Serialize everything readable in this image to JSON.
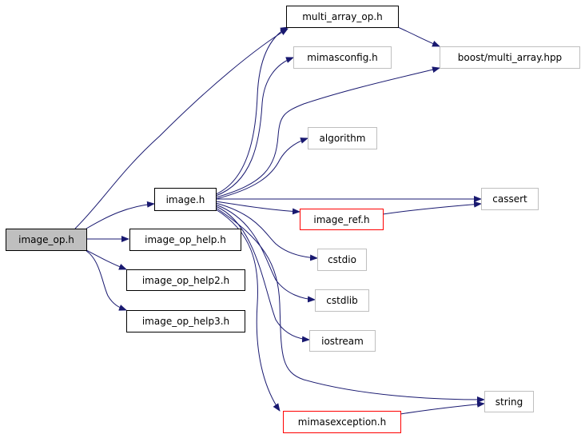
{
  "diagram": {
    "type": "include-dependency-graph",
    "edge_color": "#191970",
    "nodes": [
      {
        "id": "image_op",
        "label": "image_op.h",
        "style": "root"
      },
      {
        "id": "image",
        "label": "image.h",
        "style": "strong"
      },
      {
        "id": "image_op_help",
        "label": "image_op_help.h",
        "style": "strong"
      },
      {
        "id": "image_op_help2",
        "label": "image_op_help2.h",
        "style": "strong"
      },
      {
        "id": "image_op_help3",
        "label": "image_op_help3.h",
        "style": "strong"
      },
      {
        "id": "multi_array_op",
        "label": "multi_array_op.h",
        "style": "strong"
      },
      {
        "id": "mimasconfig",
        "label": "mimasconfig.h",
        "style": "light"
      },
      {
        "id": "boost_multi_array",
        "label": "boost/multi_array.hpp",
        "style": "light"
      },
      {
        "id": "algorithm",
        "label": "algorithm",
        "style": "light"
      },
      {
        "id": "cassert",
        "label": "cassert",
        "style": "light"
      },
      {
        "id": "image_ref",
        "label": "image_ref.h",
        "style": "red"
      },
      {
        "id": "cstdio",
        "label": "cstdio",
        "style": "light"
      },
      {
        "id": "cstdlib",
        "label": "cstdlib",
        "style": "light"
      },
      {
        "id": "iostream",
        "label": "iostream",
        "style": "light"
      },
      {
        "id": "string",
        "label": "string",
        "style": "light"
      },
      {
        "id": "mimasexception",
        "label": "mimasexception.h",
        "style": "red"
      }
    ],
    "edges": [
      {
        "from": "image_op",
        "to": "multi_array_op"
      },
      {
        "from": "image_op",
        "to": "image"
      },
      {
        "from": "image_op",
        "to": "image_op_help"
      },
      {
        "from": "image_op",
        "to": "image_op_help2"
      },
      {
        "from": "image_op",
        "to": "image_op_help3"
      },
      {
        "from": "image",
        "to": "multi_array_op"
      },
      {
        "from": "image",
        "to": "mimasconfig"
      },
      {
        "from": "image",
        "to": "boost_multi_array"
      },
      {
        "from": "image",
        "to": "algorithm"
      },
      {
        "from": "image",
        "to": "cassert"
      },
      {
        "from": "image",
        "to": "image_ref"
      },
      {
        "from": "image",
        "to": "cstdio"
      },
      {
        "from": "image",
        "to": "cstdlib"
      },
      {
        "from": "image",
        "to": "iostream"
      },
      {
        "from": "image",
        "to": "string"
      },
      {
        "from": "image",
        "to": "mimasexception"
      },
      {
        "from": "multi_array_op",
        "to": "boost_multi_array"
      },
      {
        "from": "image_ref",
        "to": "cassert"
      },
      {
        "from": "mimasexception",
        "to": "string"
      }
    ]
  }
}
